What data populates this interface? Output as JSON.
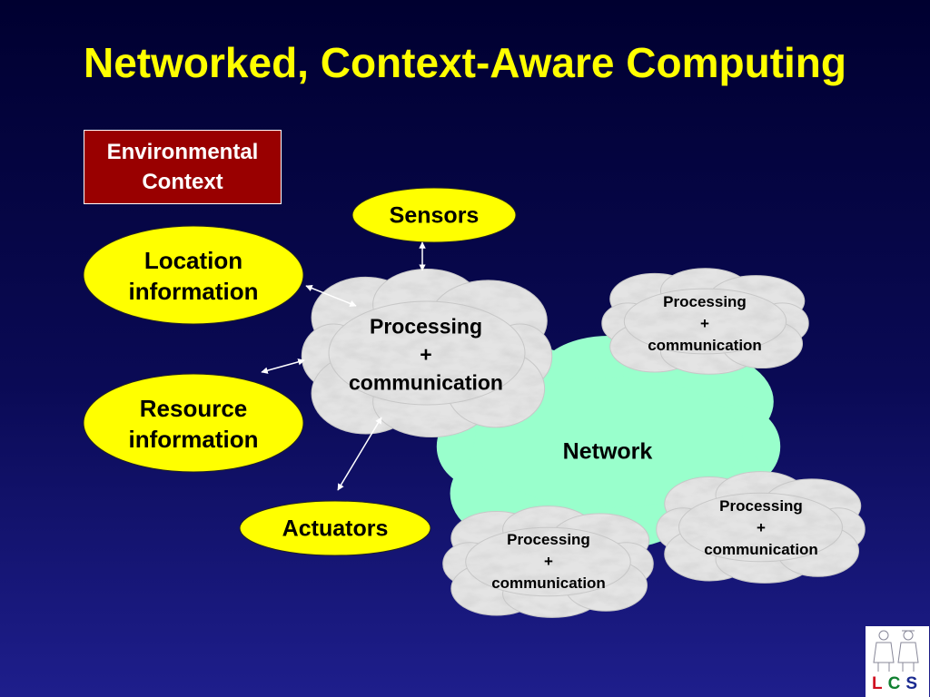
{
  "title": "Networked, Context-Aware Computing",
  "env_context": "Environmental Context",
  "location": "Location information",
  "resource": "Resource information",
  "sensors": "Sensors",
  "actuators": "Actuators",
  "network": "Network",
  "processing": {
    "line1": "Processing",
    "line2": "+",
    "line3": "communication"
  },
  "logo": {
    "l": "L",
    "c": "C",
    "s": "S"
  },
  "colors": {
    "title": "#ffff00",
    "ellipse": "#ffff00",
    "env_box": "#990000",
    "network": "#99ffcc",
    "cloud": "#e4e4e4"
  }
}
